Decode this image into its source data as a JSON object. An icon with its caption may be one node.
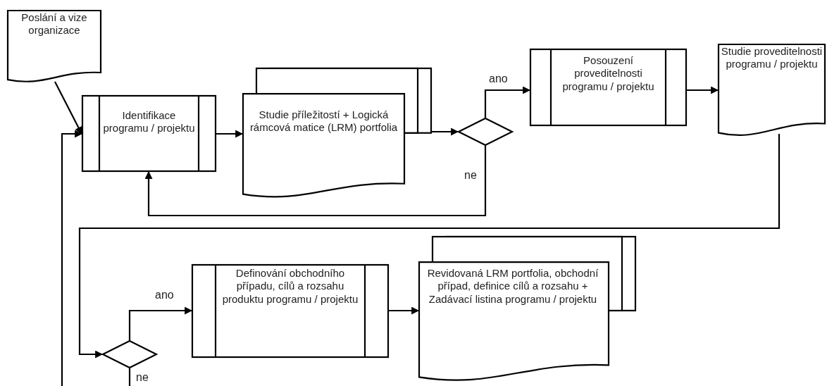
{
  "diagram": {
    "nodes": [
      {
        "text": [
          "Poslání a vize organizace"
        ]
      },
      {
        "text": [
          "Identifikace programu / projektu"
        ]
      },
      {
        "text": [
          "Studie příležitostí + Logická rámcová matice (LRM) portfolia"
        ]
      },
      {
        "text": [],
        "shape": "diamond"
      },
      {
        "text": [
          "Posouzení proveditelnosti programu / projektu"
        ]
      },
      {
        "text": [
          "Studie proveditelnosti programu / projektu"
        ]
      },
      {
        "text": [],
        "shape": "diamond"
      },
      {
        "text": [
          "Definování obchodního případu, cílů a rozsahu produktu programu / projektu"
        ]
      },
      {
        "text": [
          "Revidovaná LRM portfolia, obchodní případ, definice cílů a rozsahu + Zadávací listina programu / projektu"
        ]
      }
    ],
    "edges": [
      {
        "from": 0,
        "to": 1,
        "arrow": "to"
      },
      {
        "from": 1,
        "to": 2,
        "arrow": "to"
      },
      {
        "from": 2,
        "to": 3,
        "arrow": "to"
      },
      {
        "from": 3,
        "to": 4,
        "arrow": "to",
        "label": "ano"
      },
      {
        "from": 3,
        "to": 1,
        "arrow": "to",
        "label": "ne"
      },
      {
        "from": 4,
        "to": 5,
        "arrow": "to"
      },
      {
        "from": 5,
        "to": 6,
        "arrow": "to"
      },
      {
        "from": 6,
        "to": 7,
        "arrow": "to",
        "label": "ano"
      },
      {
        "from": 6,
        "to": null,
        "arrow": "none",
        "label": "ne"
      },
      {
        "from": null,
        "to": 1,
        "arrow": "to"
      },
      {
        "from": 7,
        "to": 8,
        "arrow": "to"
      }
    ]
  }
}
